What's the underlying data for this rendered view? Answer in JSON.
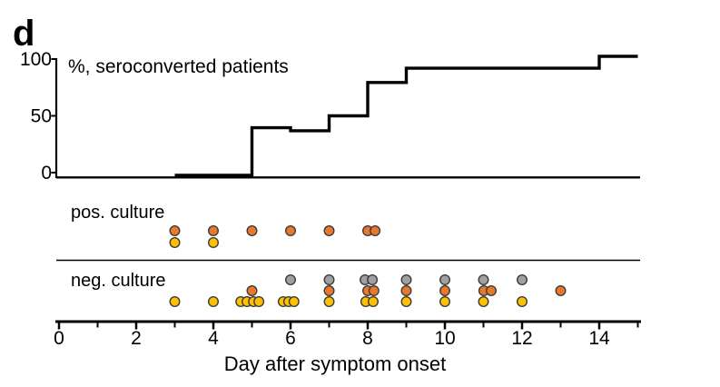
{
  "figure": {
    "panel_label": "d"
  },
  "colors": {
    "step_line": "#000000",
    "axis": "#000000",
    "orange": "#E8792C",
    "yellow": "#FFC000",
    "gray": "#A0A0A0",
    "dot_outline": "#3C3C3C"
  },
  "chart_data": [
    {
      "type": "line",
      "name": "seroconverted-step",
      "title": "%, seroconverted patients",
      "x": [
        3,
        5,
        6,
        7,
        8,
        9,
        14
      ],
      "y": [
        0,
        40,
        37.5,
        50,
        78,
        90,
        100
      ],
      "x_end": 15,
      "xlim": [
        0,
        15
      ],
      "ylim": [
        0,
        100
      ],
      "yticks": [
        100,
        50,
        0
      ],
      "grid": false,
      "legend": false
    },
    {
      "type": "scatter",
      "name": "pos-culture",
      "label": "pos. culture",
      "series": [
        {
          "name": "orange",
          "color": "#E8792C",
          "days": [
            3,
            4,
            5,
            6,
            7,
            8,
            8.19
          ]
        },
        {
          "name": "yellow",
          "color": "#FFC000",
          "days": [
            3,
            4
          ]
        }
      ]
    },
    {
      "type": "scatter",
      "name": "neg-culture",
      "label": "neg. culture",
      "series": [
        {
          "name": "gray",
          "color": "#A0A0A0",
          "days": [
            6,
            7,
            7.93,
            8.12,
            9,
            10,
            11,
            12
          ]
        },
        {
          "name": "orange",
          "color": "#E8792C",
          "days": [
            5,
            7,
            8,
            8.16,
            9,
            10,
            11.01,
            11.2,
            13
          ]
        },
        {
          "name": "yellow",
          "color": "#FFC000",
          "days": [
            3,
            4,
            4.71,
            4.87,
            5.04,
            5.18,
            5.81,
            5.95,
            6.09,
            7,
            7.95,
            8.14,
            9,
            10,
            11,
            12
          ]
        }
      ]
    }
  ],
  "x_axis": {
    "label": "Day after symptom onset",
    "major_days": [
      0,
      2,
      4,
      6,
      8,
      10,
      12,
      14
    ],
    "minor_days": [
      1,
      3,
      5,
      7,
      9,
      11,
      13,
      15
    ]
  }
}
